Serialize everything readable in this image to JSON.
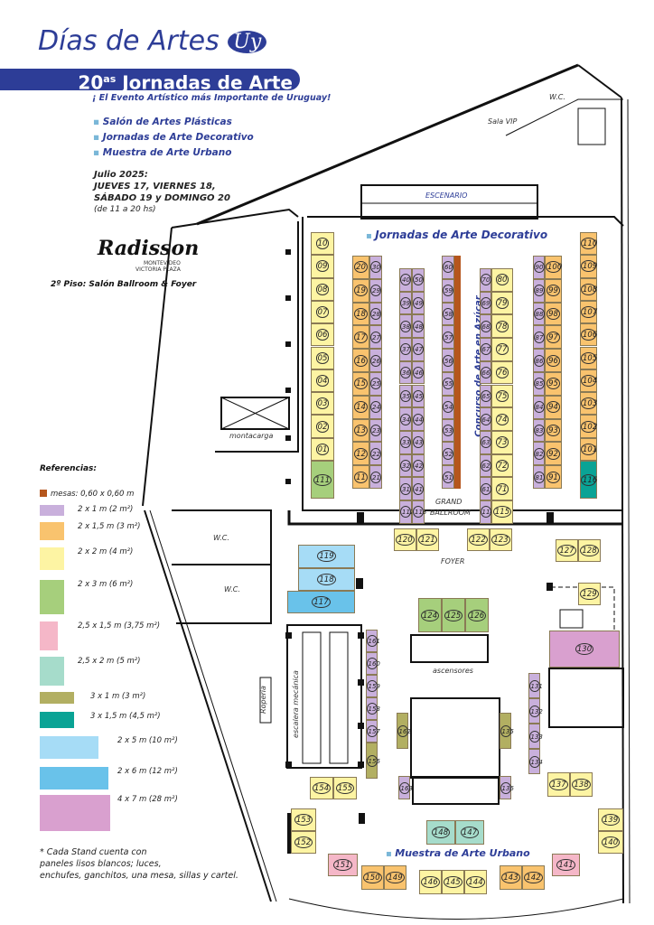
{
  "header": {
    "title": "Días de Artes",
    "title_badge": "Uy",
    "band_number": "20",
    "band_sup": "as",
    "band_text": "Jornadas de Arte",
    "tagline": "¡ El Evento Artístico más Importante de Uruguay!",
    "sections": [
      "Salón de Artes Plásticas",
      "Jornadas de Arte Decorativo",
      "Muestra de Arte Urbano"
    ],
    "date_title": "Julio 2025:",
    "date_line1": "JUEVES 17, VIERNES 18,",
    "date_line2": "SÁBADO 19 y DOMINGO 20",
    "hours": "(de 11 a 20 hs)",
    "venue_logo": "Radisson",
    "venue_sub1": "MONTEVIDEO",
    "venue_sub2": "VICTORIA PLAZA",
    "floor": "2º Piso: Salón Ballroom & Foyer"
  },
  "legend": {
    "title": "Referencias:",
    "items": [
      {
        "label": "mesas: 0,60 x 0,60 m",
        "color": "#b5561d"
      },
      {
        "label": "2 x 1 m (2 m²)",
        "color": "#c9b0dc"
      },
      {
        "label": "2 x 1,5 m (3 m²)",
        "color": "#f9c36e"
      },
      {
        "label": "2 x 2 m (4 m²)",
        "color": "#fdf4a3"
      },
      {
        "label": "2 x 3 m (6 m²)",
        "color": "#a6cf7c"
      },
      {
        "label": "2,5 x 1,5 m (3,75 m²)",
        "color": "#f5b7c8"
      },
      {
        "label": "2,5 x 2 m (5 m²)",
        "color": "#a6dccb"
      },
      {
        "label": "3 x 1 m (3 m²)",
        "color": "#b2af62"
      },
      {
        "label": "3 x 1,5 m (4,5 m²)",
        "color": "#0aa395"
      },
      {
        "label": "2 x 5 m (10 m²)",
        "color": "#a6dcf6"
      },
      {
        "label": "2 x 6 m (12 m²)",
        "color": "#69c2ea"
      },
      {
        "label": "4 x 7 m (28 m²)",
        "color": "#d9a0cf"
      }
    ],
    "note_line1": "* Cada Stand cuenta con",
    "note_line2": "paneles lisos blancos; luces,",
    "note_line3": "enchufes, ganchitos, una mesa, sillas y cartel."
  },
  "plan": {
    "wc1": "W.C.",
    "wc2": "W.C.",
    "wc3": "W.C.",
    "sala_vip": "Sala VIP",
    "escenario": "ESCENARIO",
    "section_decorativo": "Jornadas de Arte Decorativo",
    "concurso": "Concurso de Arte en Azúcar",
    "montacarga": "montacarga",
    "grand": "GRAND",
    "ballroom": "BALLROOM",
    "foyer": "FOYER",
    "ascensores": "ascensores",
    "escalera": "escalera mecánica",
    "ropero": "Ropería",
    "section_urbano": "Muestra de Arte Urbano"
  },
  "stand_groups": [
    {
      "type": 3,
      "numbers": [
        "10",
        "09",
        "08",
        "07",
        "06",
        "05",
        "04",
        "03",
        "02",
        "01"
      ]
    },
    {
      "type": 4,
      "numbers": [
        "111"
      ]
    },
    {
      "type": 2,
      "numbers": [
        "20",
        "19",
        "18",
        "17",
        "16",
        "15",
        "14",
        "13",
        "12",
        "11"
      ]
    },
    {
      "type": 1,
      "numbers": [
        "30",
        "29",
        "28",
        "27",
        "26",
        "25",
        "24",
        "23",
        "22",
        "21"
      ]
    },
    {
      "type": 1,
      "numbers": [
        "40",
        "39",
        "38",
        "37",
        "36",
        "35",
        "34",
        "33",
        "32",
        "31",
        "112"
      ]
    },
    {
      "type": 1,
      "numbers": [
        "50",
        "49",
        "48",
        "47",
        "46",
        "45",
        "44",
        "43",
        "42",
        "41",
        "113"
      ]
    },
    {
      "type": 1,
      "numbers": [
        "60",
        "59",
        "58",
        "57",
        "56",
        "55",
        "54",
        "53",
        "52",
        "51"
      ]
    },
    {
      "type": 1,
      "numbers": [
        "70",
        "69",
        "68",
        "67",
        "66",
        "65",
        "64",
        "63",
        "62",
        "61",
        "114"
      ]
    },
    {
      "type": 3,
      "numbers": [
        "80",
        "79",
        "78",
        "77",
        "76",
        "75",
        "74",
        "73",
        "72",
        "71",
        "115"
      ]
    },
    {
      "type": 1,
      "numbers": [
        "90",
        "89",
        "88",
        "87",
        "86",
        "85",
        "84",
        "83",
        "82",
        "81"
      ]
    },
    {
      "type": 2,
      "numbers": [
        "100",
        "99",
        "98",
        "97",
        "96",
        "95",
        "94",
        "93",
        "92",
        "91"
      ]
    },
    {
      "type": 2,
      "numbers": [
        "110",
        "109",
        "108",
        "107",
        "106",
        "105",
        "104",
        "103",
        "102",
        "101"
      ]
    },
    {
      "type": 8,
      "numbers": [
        "116"
      ]
    },
    {
      "type": 3,
      "numbers": [
        "120",
        "121"
      ]
    },
    {
      "type": 3,
      "numbers": [
        "122",
        "123"
      ]
    },
    {
      "type": 3,
      "numbers": [
        "127",
        "128"
      ]
    },
    {
      "type": 9,
      "numbers": [
        "119",
        "118"
      ]
    },
    {
      "type": 10,
      "numbers": [
        "117"
      ]
    },
    {
      "type": 4,
      "numbers": [
        "124",
        "125",
        "126"
      ]
    },
    {
      "type": 3,
      "numbers": [
        "129"
      ]
    },
    {
      "type": 11,
      "numbers": [
        "130"
      ]
    },
    {
      "type": 1,
      "numbers": [
        "161",
        "160",
        "159",
        "158",
        "157"
      ]
    },
    {
      "type": 7,
      "numbers": [
        "156"
      ]
    },
    {
      "type": 7,
      "numbers": [
        "162"
      ]
    },
    {
      "type": 7,
      "numbers": [
        "135"
      ]
    },
    {
      "type": 1,
      "numbers": [
        "131",
        "132",
        "133",
        "134"
      ]
    },
    {
      "type": 1,
      "numbers": [
        "163"
      ]
    },
    {
      "type": 1,
      "numbers": [
        "136"
      ]
    },
    {
      "type": 3,
      "numbers": [
        "154",
        "155"
      ]
    },
    {
      "type": 3,
      "numbers": [
        "137",
        "138"
      ]
    },
    {
      "type": 3,
      "numbers": [
        "153",
        "152"
      ]
    },
    {
      "type": 3,
      "numbers": [
        "139",
        "140"
      ]
    },
    {
      "type": 6,
      "numbers": [
        "148",
        "147"
      ]
    },
    {
      "type": 5,
      "numbers": [
        "151"
      ]
    },
    {
      "type": 5,
      "numbers": [
        "141"
      ]
    },
    {
      "type": 2,
      "numbers": [
        "150",
        "149"
      ]
    },
    {
      "type": 2,
      "numbers": [
        "143",
        "142"
      ]
    },
    {
      "type": 3,
      "numbers": [
        "146",
        "145",
        "144"
      ]
    }
  ]
}
